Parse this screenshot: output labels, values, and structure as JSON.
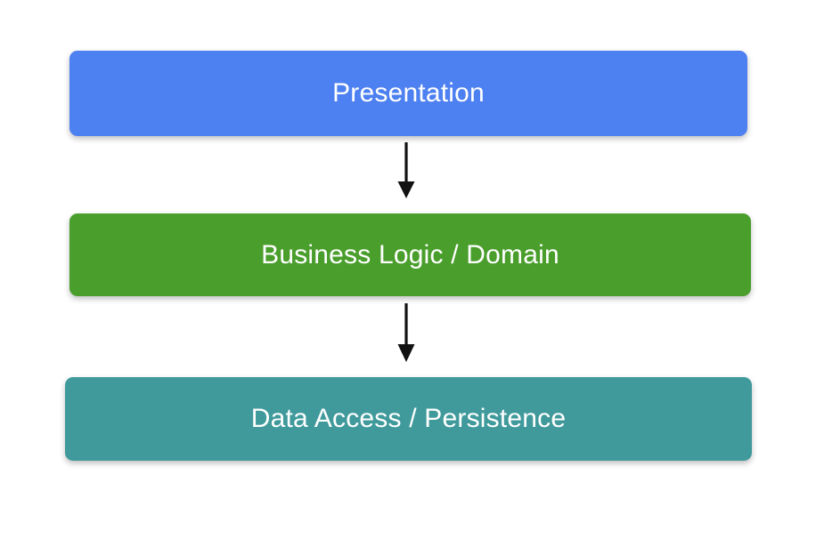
{
  "diagram": {
    "type": "layered-architecture",
    "background_color": "#ffffff",
    "orientation": "vertical-top-down",
    "layers": [
      {
        "id": "presentation",
        "label": "Presentation",
        "color": "#4d80f0",
        "text_color": "#ffffff",
        "order": 1
      },
      {
        "id": "business-logic-domain",
        "label": "Business Logic / Domain",
        "color": "#4a9e2c",
        "text_color": "#ffffff",
        "order": 2
      },
      {
        "id": "data-access-persistence",
        "label": "Data Access / Persistence",
        "color": "#409a9c",
        "text_color": "#ffffff",
        "order": 3
      }
    ],
    "connectors": [
      {
        "id": "presentation-to-business",
        "from": "presentation",
        "to": "business-logic-domain",
        "direction": "down",
        "color": "#111111",
        "icon": "down-arrow-icon"
      },
      {
        "id": "business-to-data",
        "from": "business-logic-domain",
        "to": "data-access-persistence",
        "direction": "down",
        "color": "#111111",
        "icon": "down-arrow-icon"
      }
    ]
  }
}
